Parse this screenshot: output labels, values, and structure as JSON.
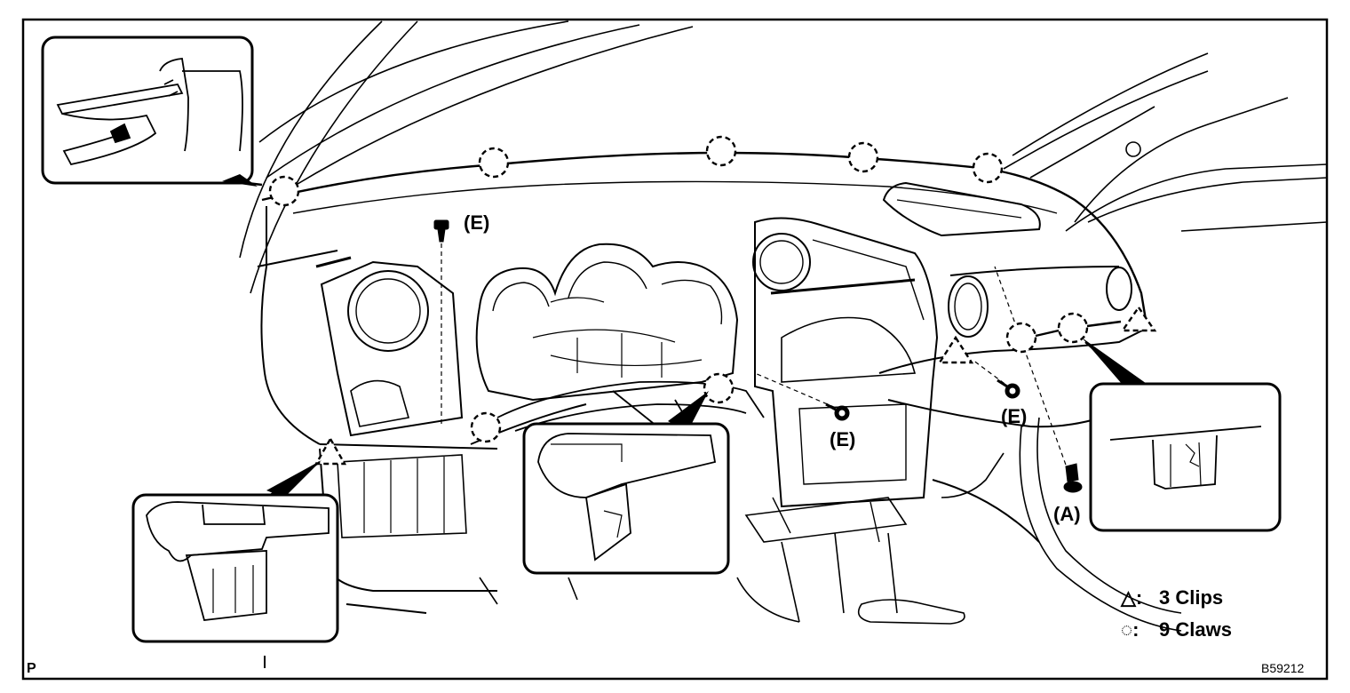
{
  "labels": {
    "fastener_e": "(E)",
    "fastener_a": "(A)",
    "corner_left": "P",
    "figure_code": "B59212"
  },
  "legend": {
    "clips_symbol": "△:",
    "clips_text": "3 Clips",
    "claws_symbol": "◌:",
    "claws_text": "9 Claws"
  },
  "colors": {
    "ink": "#000000",
    "paper": "#ffffff"
  },
  "icons": {
    "clip": "triangle-dashed",
    "claw": "circle-dashed",
    "bolt": "bolt-icon",
    "screw": "screw-icon"
  }
}
